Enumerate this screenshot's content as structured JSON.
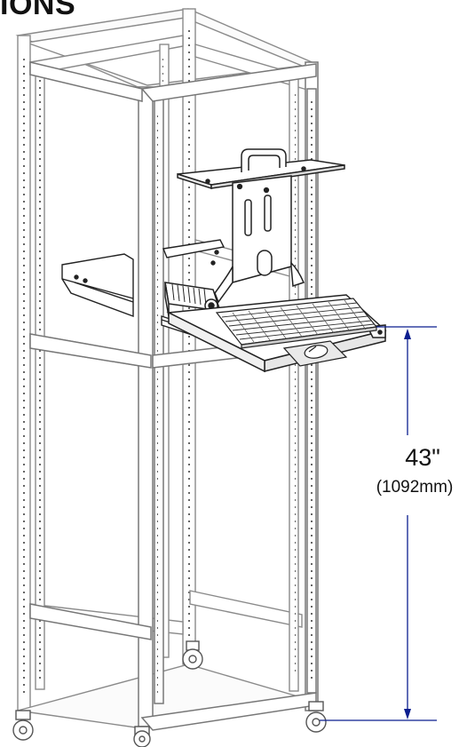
{
  "heading": {
    "text": "IONS"
  },
  "dimension": {
    "value": "43\"",
    "metric": "(1092mm)"
  },
  "colors": {
    "line": "#333333",
    "frame": "#8a8a8a",
    "dimension": "#0b1e8f",
    "panel": "#f4f4f4"
  },
  "icons": [
    "caster-wheel-icon",
    "keyboard-icon",
    "mouse-icon",
    "handle-icon"
  ]
}
